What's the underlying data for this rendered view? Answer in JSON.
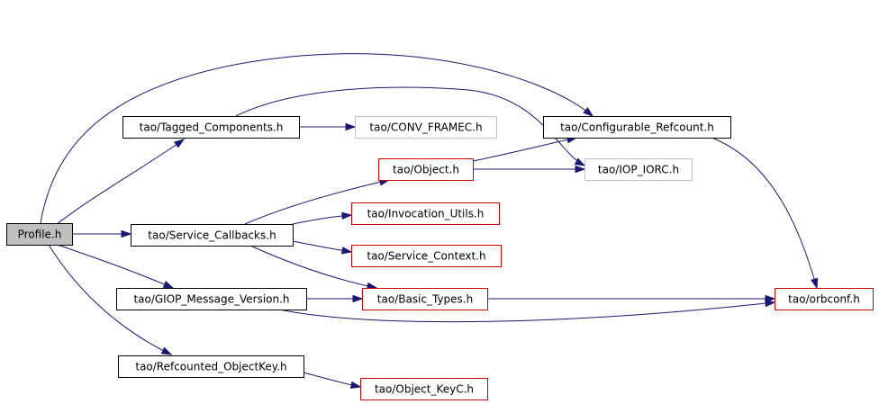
{
  "graph": {
    "colors": {
      "edge": "#191970",
      "border_default": "#000000",
      "border_external": "#bfbfbf",
      "border_incomplete": "#cc0000",
      "root_fill": "#bfbfbf",
      "node_fill": "#ffffff"
    },
    "nodes": [
      {
        "id": "profile",
        "label": "Profile.h",
        "style": "root"
      },
      {
        "id": "tagged",
        "label": "tao/Tagged_Components.h",
        "style": "default"
      },
      {
        "id": "conv",
        "label": "tao/CONV_FRAMEC.h",
        "style": "external"
      },
      {
        "id": "configurable",
        "label": "tao/Configurable_Refcount.h",
        "style": "default"
      },
      {
        "id": "object",
        "label": "tao/Object.h",
        "style": "incomplete"
      },
      {
        "id": "ioporc",
        "label": "tao/IOP_IORC.h",
        "style": "external"
      },
      {
        "id": "service_cb",
        "label": "tao/Service_Callbacks.h",
        "style": "default"
      },
      {
        "id": "invocation",
        "label": "tao/Invocation_Utils.h",
        "style": "incomplete"
      },
      {
        "id": "service_ctx",
        "label": "tao/Service_Context.h",
        "style": "incomplete"
      },
      {
        "id": "giop",
        "label": "tao/GIOP_Message_Version.h",
        "style": "default"
      },
      {
        "id": "basic",
        "label": "tao/Basic_Types.h",
        "style": "incomplete"
      },
      {
        "id": "orbconf",
        "label": "tao/orbconf.h",
        "style": "incomplete"
      },
      {
        "id": "refcounted",
        "label": "tao/Refcounted_ObjectKey.h",
        "style": "default"
      },
      {
        "id": "objkeyc",
        "label": "tao/Object_KeyC.h",
        "style": "incomplete"
      }
    ],
    "edges": [
      {
        "from": "profile",
        "to": "tagged"
      },
      {
        "from": "profile",
        "to": "configurable"
      },
      {
        "from": "profile",
        "to": "service_cb"
      },
      {
        "from": "profile",
        "to": "giop"
      },
      {
        "from": "profile",
        "to": "refcounted"
      },
      {
        "from": "tagged",
        "to": "conv"
      },
      {
        "from": "tagged",
        "to": "ioporc"
      },
      {
        "from": "configurable",
        "to": "orbconf"
      },
      {
        "from": "object",
        "to": "configurable"
      },
      {
        "from": "object",
        "to": "ioporc"
      },
      {
        "from": "service_cb",
        "to": "object"
      },
      {
        "from": "service_cb",
        "to": "invocation"
      },
      {
        "from": "service_cb",
        "to": "service_ctx"
      },
      {
        "from": "service_cb",
        "to": "basic"
      },
      {
        "from": "giop",
        "to": "basic"
      },
      {
        "from": "giop",
        "to": "orbconf"
      },
      {
        "from": "basic",
        "to": "orbconf"
      },
      {
        "from": "refcounted",
        "to": "objkeyc"
      }
    ]
  }
}
